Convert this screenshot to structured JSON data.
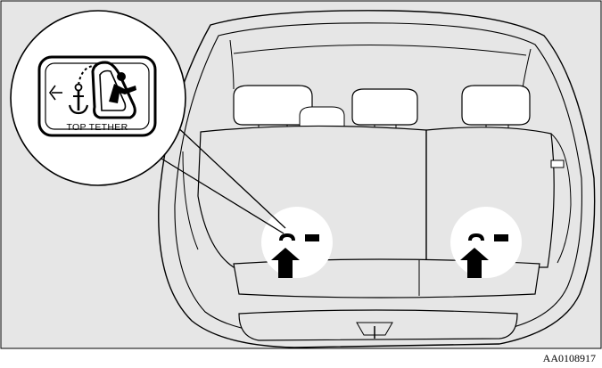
{
  "figure": {
    "code": "AA0108917",
    "icon_label": "TOP TETHER",
    "icon_name": "child-seat-anchor-icon",
    "callout_count": 2,
    "colors": {
      "frame_bg": "#e6e6e6",
      "line": "#000000",
      "highlight": "#ffffff"
    }
  }
}
